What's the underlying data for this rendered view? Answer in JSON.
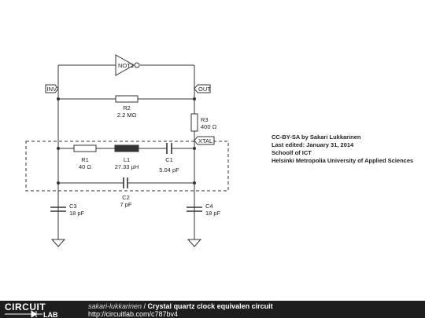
{
  "circuit": {
    "gate_label": "NOT1",
    "nodes": {
      "inv": "INV",
      "out": "OUT",
      "xtal": "XTAL"
    },
    "components": {
      "r2": {
        "name": "R2",
        "value": "2.2 MΩ"
      },
      "r3": {
        "name": "R3",
        "value": "400 Ω"
      },
      "r1": {
        "name": "R1",
        "value": "40 Ω"
      },
      "l1": {
        "name": "L1",
        "value": "27.33 µH"
      },
      "c1": {
        "name": "C1",
        "value": "5.04 pF"
      },
      "c2": {
        "name": "C2",
        "value": "7 pF"
      },
      "c3": {
        "name": "C3",
        "value": "18 pF"
      },
      "c4": {
        "name": "C4",
        "value": "18 pF"
      }
    }
  },
  "info": {
    "license": "CC-BY-SA by Sakari Lukkarinen",
    "edited": "Last edited: January 31, 2014",
    "school": "Schoolf of ICT",
    "university": "Helsinki Metropolia University of Applied Sciences"
  },
  "footer": {
    "logo_top": "CIRCUIT",
    "logo_bottom": "LAB",
    "user": "sakari-lukkarinen",
    "separator": " / ",
    "title": "Crystal quartz clock equivalen circuit",
    "url": "http://circuitlab.com/c787bv4"
  }
}
